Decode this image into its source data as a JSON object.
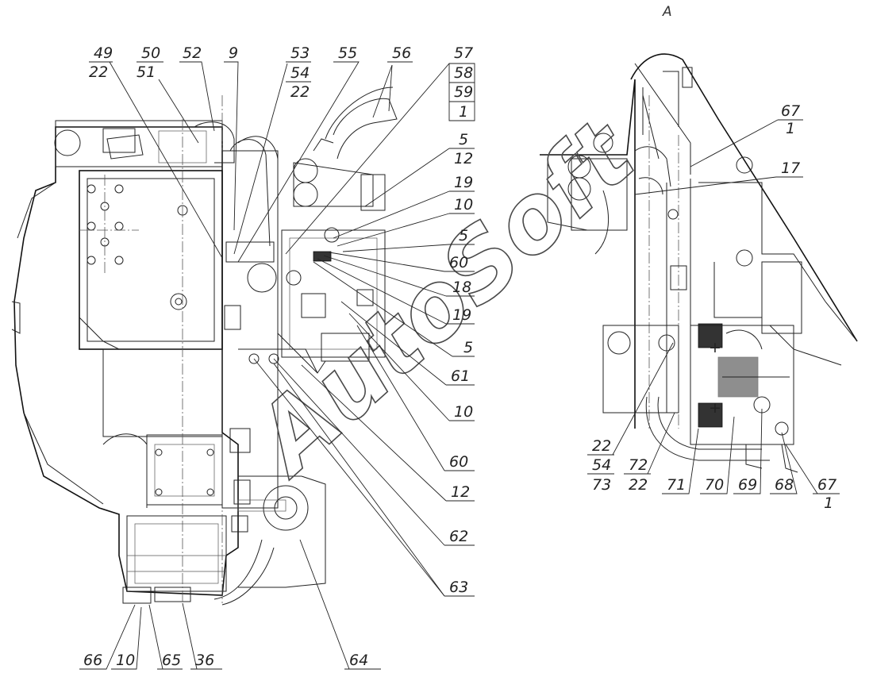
{
  "view_label": "A",
  "corner_mark": "",
  "watermark": "AutoSoft",
  "left_view": {
    "callouts": [
      {
        "top": "49",
        "bottom": "22"
      },
      {
        "top": "50",
        "bottom": "51"
      },
      {
        "top": "52"
      },
      {
        "top": "9"
      },
      {
        "top": "53",
        "middle": "54",
        "bottom": "22"
      },
      {
        "top": "55"
      },
      {
        "top": "56"
      },
      {
        "top": "57",
        "middle": "58",
        "bottom": "59",
        "extra": "1"
      },
      {
        "top": "5",
        "bottom": "12"
      },
      {
        "top": "19"
      },
      {
        "top": "10"
      },
      {
        "top": "5"
      },
      {
        "top": "60"
      },
      {
        "top": "18"
      },
      {
        "top": "19"
      },
      {
        "top": "5"
      },
      {
        "top": "61"
      },
      {
        "top": "10"
      },
      {
        "top": "60"
      },
      {
        "top": "12"
      },
      {
        "top": "62"
      },
      {
        "top": "63"
      },
      {
        "top": "64"
      },
      {
        "top": "66"
      },
      {
        "top": "10"
      },
      {
        "top": "65"
      },
      {
        "top": "36"
      }
    ]
  },
  "right_view": {
    "callouts": [
      {
        "top": "67",
        "bottom": "1"
      },
      {
        "top": "17"
      },
      {
        "top": "22",
        "middle": "54",
        "bottom": "73"
      },
      {
        "top": "72",
        "bottom": "22"
      },
      {
        "top": "71"
      },
      {
        "top": "70"
      },
      {
        "top": "69"
      },
      {
        "top": "68"
      },
      {
        "top": "67",
        "bottom": "1"
      }
    ]
  }
}
